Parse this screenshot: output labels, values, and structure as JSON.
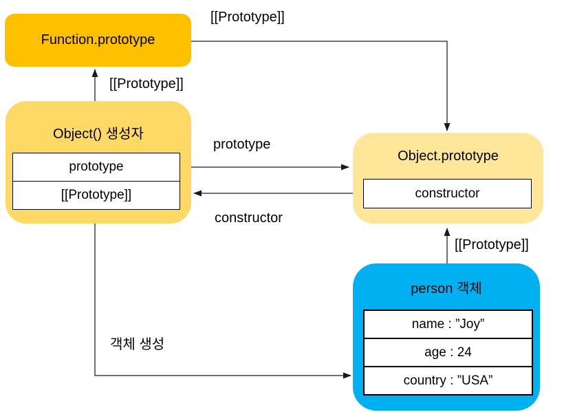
{
  "diagram": {
    "nodes": {
      "function_prototype": {
        "title": "Function.prototype",
        "fill": "#FFC000"
      },
      "object_constructor": {
        "title": "Object() 생성자",
        "fill": "#FFD966",
        "slots": [
          "prototype",
          "[[Prototype]]"
        ]
      },
      "object_prototype": {
        "title": "Object.prototype",
        "fill": "#FFE699",
        "slots": [
          "constructor"
        ]
      },
      "person_object": {
        "title": "person 객체",
        "fill": "#00B0F0",
        "slots": [
          "name : ”Joy”",
          "age : 24",
          "country : ”USA”"
        ]
      }
    },
    "edges": {
      "function_to_object_prototype": {
        "label": "[[Prototype]]"
      },
      "constructor_to_function_prototype": {
        "label": "[[Prototype]]"
      },
      "prototype_link": {
        "label": "prototype"
      },
      "constructor_link": {
        "label": "constructor"
      },
      "person_to_object_prototype": {
        "label": "[[Prototype]]"
      },
      "object_creation": {
        "label": "객체 생성"
      }
    },
    "line_color": "#404040",
    "arrowhead_color": "#1a1a1a"
  }
}
